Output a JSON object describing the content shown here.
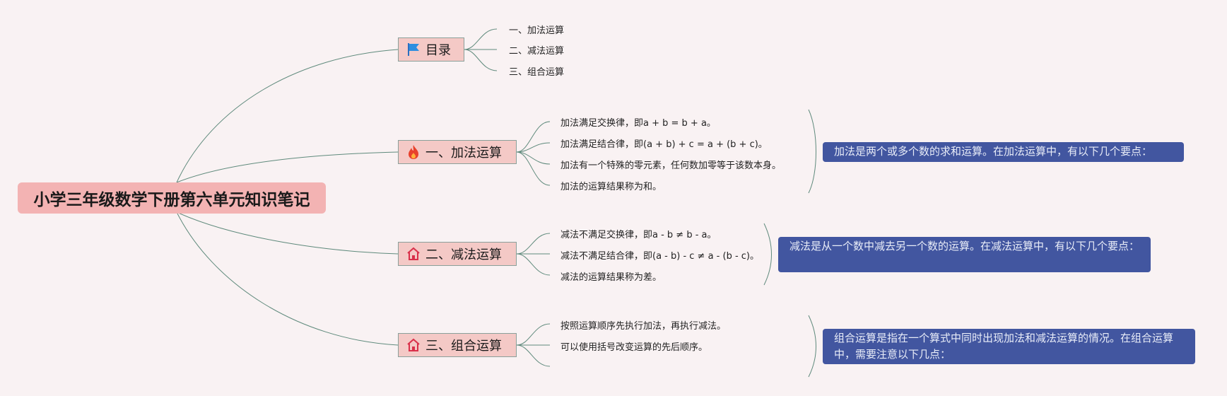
{
  "root": {
    "title": "小学三年级数学下册第六单元知识笔记"
  },
  "branches": [
    {
      "label": "目录",
      "icon": "flag-icon",
      "leaves": [
        "一、加法运算",
        "二、减法运算",
        "三、组合运算"
      ]
    },
    {
      "label": "一、加法运算",
      "icon": "fire-icon",
      "leaves": [
        "加法满足交换律，即a + b = b + a。",
        "加法满足结合律，即(a + b) + c = a + (b + c)。",
        "加法有一个特殊的零元素，任何数加零等于该数本身。",
        "加法的运算结果称为和。"
      ],
      "summary": "加法是两个或多个数的求和运算。在加法运算中，有以下几个要点："
    },
    {
      "label": "二、减法运算",
      "icon": "home-icon",
      "leaves": [
        "减法不满足交换律，即a - b ≠ b - a。",
        "减法不满足结合律，即(a - b) - c ≠ a - (b - c)。",
        "减法的运算结果称为差。"
      ],
      "summary": "减法是从一个数中减去另一个数的运算。在减法运算中，有以下几个要点："
    },
    {
      "label": "三、组合运算",
      "icon": "home-icon",
      "leaves": [
        "按照运算顺序先执行加法，再执行减法。",
        "可以使用括号改变运算的先后顺序。"
      ],
      "summary": "组合运算是指在一个算式中同时出现加法和减法运算的情况。在组合运算中，需要注意以下几点："
    }
  ],
  "colors": {
    "background": "#f9f2f3",
    "root": "#f3b3b3",
    "branch": "#f4c9c6",
    "summary": "#4256a0",
    "line": "#5f8a7c"
  }
}
